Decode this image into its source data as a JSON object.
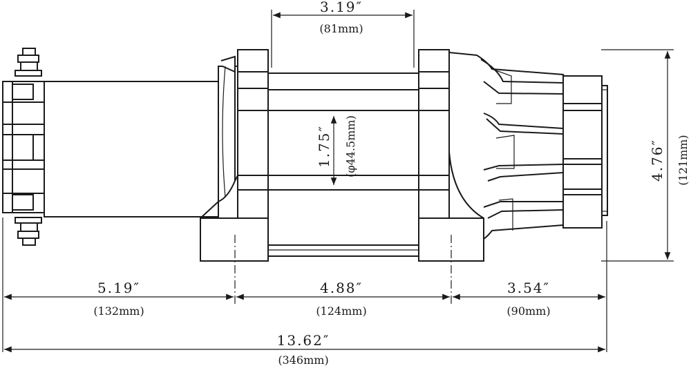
{
  "dimensions": {
    "drum_width": {
      "inch": "3.19″",
      "mm": "(81mm)"
    },
    "drum_diameter": {
      "inch": "1.75″",
      "mm": "(φ44.5mm)"
    },
    "height": {
      "inch": "4.76″",
      "mm": "(121mm)"
    },
    "motor_offset": {
      "inch": "5.19″",
      "mm": "(132mm)"
    },
    "mount_spacing": {
      "inch": "4.88″",
      "mm": "(124mm)"
    },
    "gearbox_offset": {
      "inch": "3.54″",
      "mm": "(90mm)"
    },
    "overall_length": {
      "inch": "13.62″",
      "mm": "(346mm)"
    }
  }
}
